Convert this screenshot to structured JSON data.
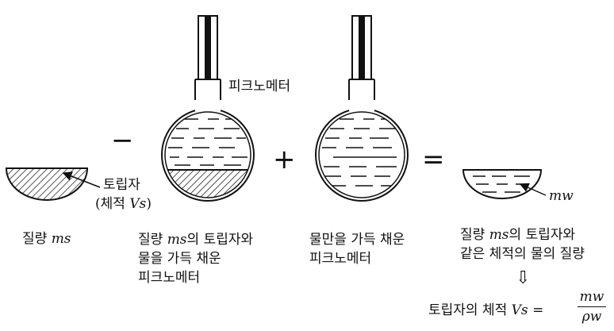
{
  "colors": {
    "ink": "#111111",
    "background": "#ffffff"
  },
  "pycnometer_label": "피크노메터",
  "soil_solids": {
    "arrow_label": "토립자",
    "volume_label_open": "(체적 ",
    "volume_symbol": "Vs",
    "volume_label_close": ")",
    "caption_prefix": "질량 ",
    "caption_symbol": "ms"
  },
  "operators": {
    "minus": "−",
    "plus": "+",
    "equals": "="
  },
  "pycnometer_with_solids": {
    "line1_prefix": "질량 ",
    "line1_symbol": "ms",
    "line1_suffix": "의 토립자와",
    "line2": "물을 가득 채운",
    "line3": "피크노메터"
  },
  "pycnometer_water_only": {
    "line1": "물만을 가득 채운",
    "line2": "피크노메터"
  },
  "water_equivalent": {
    "arrow_label": "mw",
    "line1_prefix": "질량 ",
    "line1_symbol": "ms",
    "line1_suffix": "의 토립자와",
    "line2": "같은 체적의 물의 질량",
    "down_arrow": "⇩",
    "formula_prefix": "토립자의 체적 ",
    "formula_lhs": "Vs",
    "formula_eq": " = ",
    "formula_num": "mw",
    "formula_den": "ρw"
  }
}
